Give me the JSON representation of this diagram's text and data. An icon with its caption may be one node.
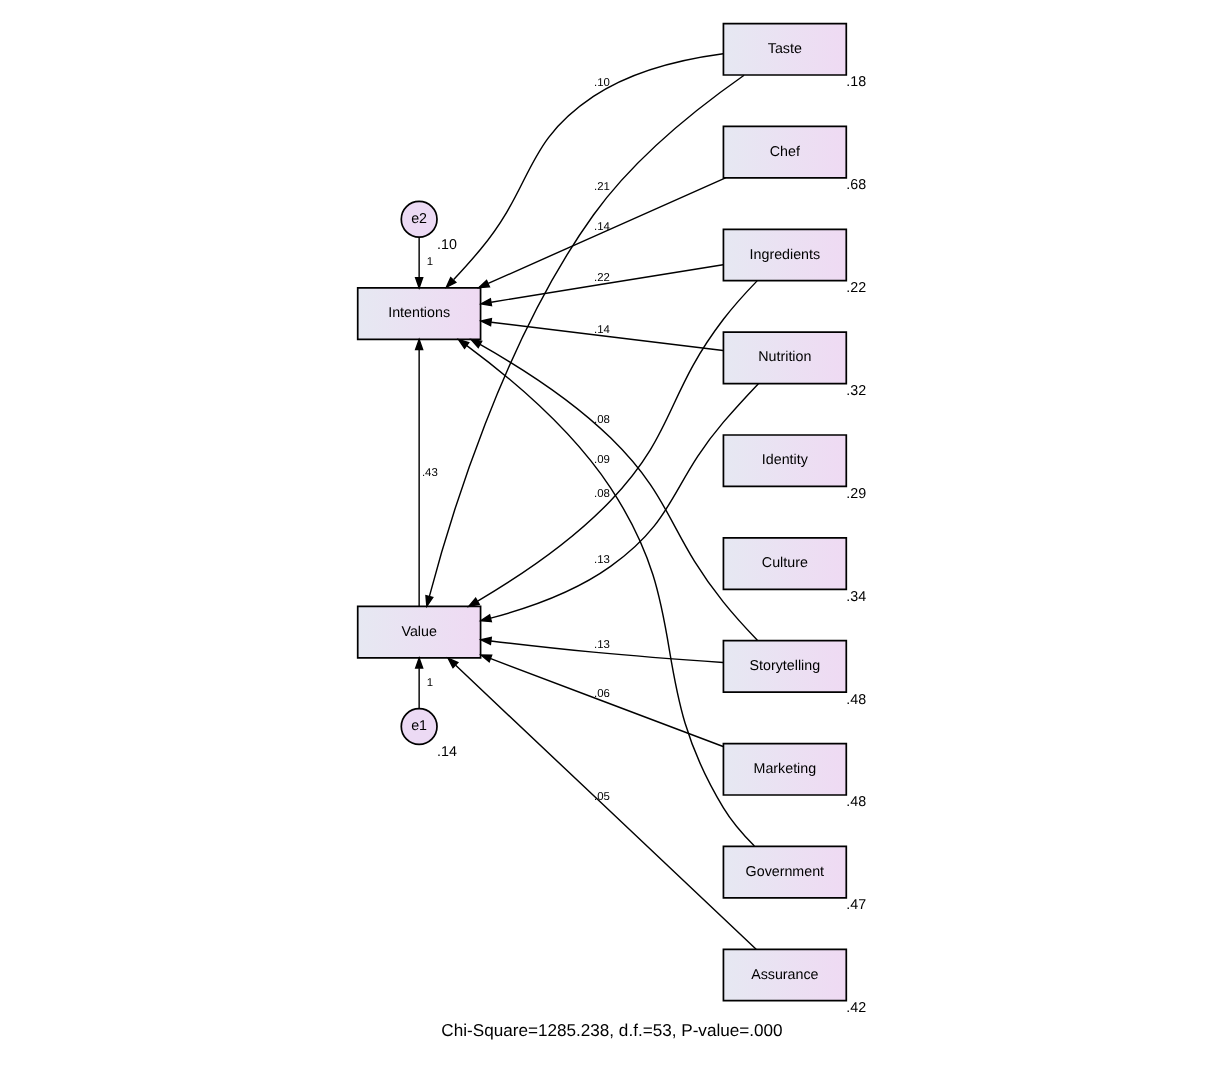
{
  "diagram": {
    "caption": "Chi-Square=1285.238, d.f.=53, P-value=.000",
    "nodes": [
      {
        "text": [
          "e1"
        ],
        "beside": [
          ".14"
        ]
      },
      {
        "text": [
          "Value"
        ]
      },
      {
        "text": [
          "Intentions"
        ]
      },
      {
        "text": [
          "e2"
        ],
        "beside": [
          ".10"
        ]
      },
      {
        "text": [
          "Taste"
        ],
        "beside": [
          ".18"
        ]
      },
      {
        "text": [
          "Chef"
        ],
        "beside": [
          ".68"
        ]
      },
      {
        "text": [
          "Ingredients"
        ],
        "beside": [
          ".22"
        ]
      },
      {
        "text": [
          "Nutrition"
        ],
        "beside": [
          ".32"
        ]
      },
      {
        "text": [
          "Identity"
        ],
        "beside": [
          ".29"
        ]
      },
      {
        "text": [
          "Culture"
        ],
        "beside": [
          ".34"
        ]
      },
      {
        "text": [
          "Storytelling"
        ],
        "beside": [
          ".48"
        ]
      },
      {
        "text": [
          "Marketing"
        ],
        "beside": [
          ".48"
        ]
      },
      {
        "text": [
          "Government"
        ],
        "beside": [
          ".47"
        ]
      },
      {
        "text": [
          "Assurance"
        ],
        "beside": [
          ".42"
        ]
      }
    ],
    "edges": [
      {
        "from": 0,
        "to": 1,
        "arrow": "to",
        "label": "1"
      },
      {
        "from": 1,
        "to": 2,
        "arrow": "to",
        "label": ".43"
      },
      {
        "from": 3,
        "to": 2,
        "arrow": "to",
        "label": "1"
      },
      {
        "from": 4,
        "to": 1,
        "arrow": "to",
        "label": ".21"
      },
      {
        "from": 4,
        "to": 2,
        "arrow": "to",
        "label": ".10"
      },
      {
        "from": 5,
        "to": 2,
        "arrow": "to",
        "label": ".14"
      },
      {
        "from": 6,
        "to": 1,
        "arrow": "to",
        "label": ".08"
      },
      {
        "from": 6,
        "to": 2,
        "arrow": "to",
        "label": ".22"
      },
      {
        "from": 7,
        "to": 1,
        "arrow": "to",
        "label": ".13"
      },
      {
        "from": 7,
        "to": 2,
        "arrow": "to",
        "label": ".14"
      },
      {
        "from": 10,
        "to": 1,
        "arrow": "to",
        "label": ".13"
      },
      {
        "from": 10,
        "to": 2,
        "arrow": "to",
        "label": ".08"
      },
      {
        "from": 11,
        "to": 1,
        "arrow": "to",
        "label": ".06"
      },
      {
        "from": 12,
        "to": 2,
        "arrow": "to",
        "label": ".09"
      },
      {
        "from": 13,
        "to": 1,
        "arrow": "to",
        "label": ".05"
      }
    ]
  }
}
